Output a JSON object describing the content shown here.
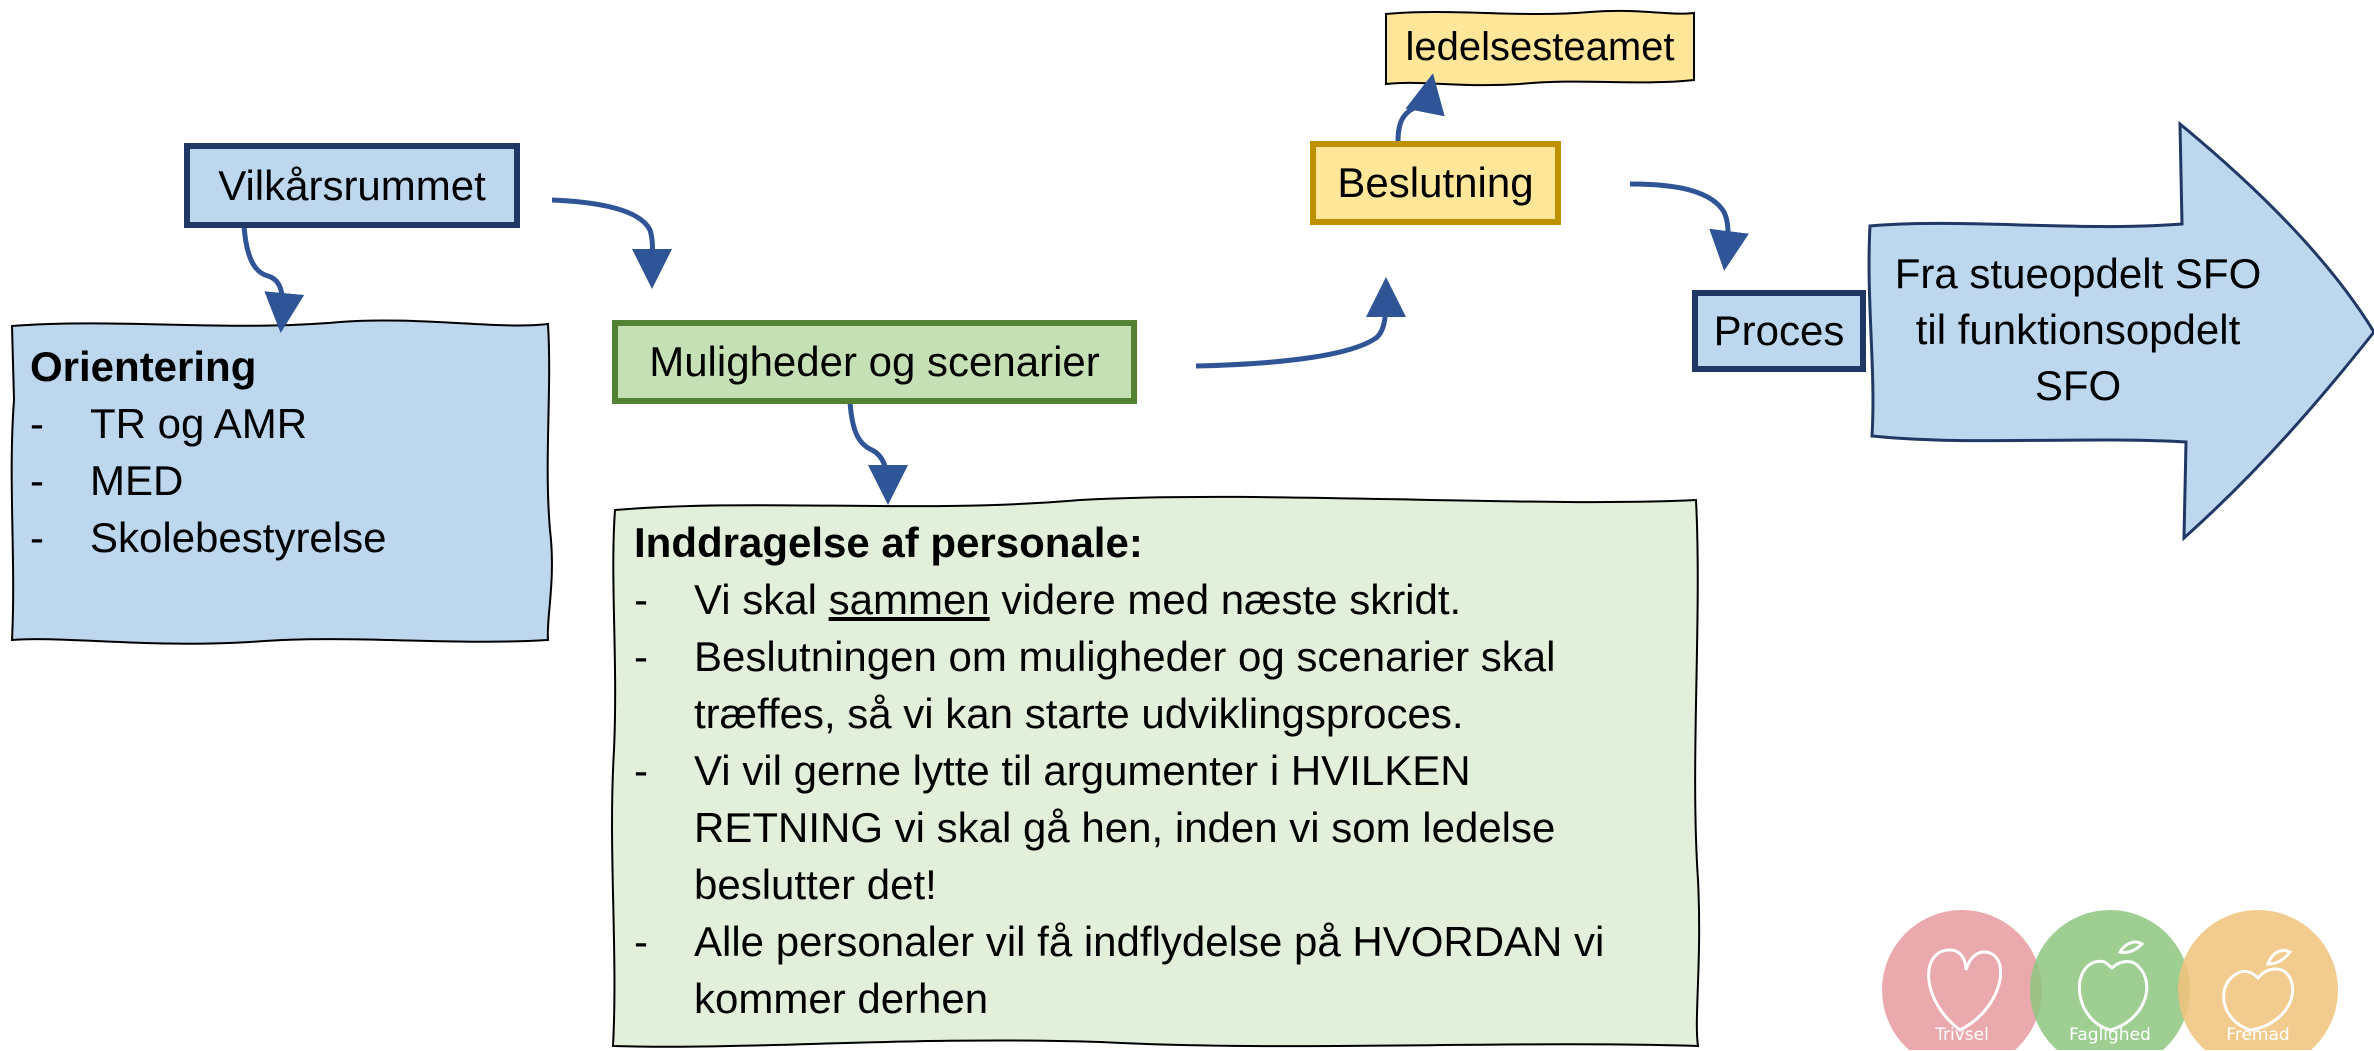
{
  "colors": {
    "blue_fill": "#bdd7ee",
    "blue_border": "#1f3864",
    "green_fill": "#c5e0b4",
    "green_border": "#548235",
    "yellow_fill": "#ffe699",
    "yellow_border": "#bf9000",
    "light_green_fill": "#e2efda",
    "arrow_color": "#2f5597"
  },
  "nodes": {
    "vilkarsrummet": "Vilkårsrummet",
    "muligheder": "Muligheder og scenarier",
    "beslutning": "Beslutning",
    "ledelsesteamet": "ledelsesteamet",
    "proces": "Proces",
    "arrow_lines": [
      "Fra stueopdelt SFO",
      "til funktionsopdelt",
      "SFO"
    ]
  },
  "orientering": {
    "heading": "Orientering",
    "bullet_marker": "-",
    "items": [
      "TR og AMR",
      "MED",
      "Skolebestyrelse"
    ]
  },
  "inddragelse": {
    "heading": "Inddragelse af personale:",
    "bullet_marker": "-",
    "bullet1": {
      "pre": "Vi skal ",
      "underlined": "sammen",
      "post": " videre med næste skridt."
    },
    "bullet2": [
      "Beslutningen om muligheder og scenarier skal",
      "træffes, så vi kan starte udviklingsproces."
    ],
    "bullet3": [
      "Vi vil gerne lytte til argumenter i HVILKEN",
      "RETNING vi skal gå hen, inden vi som ledelse",
      "beslutter det!"
    ],
    "bullet4": [
      "Alle personaler vil få indflydelse på HVORDAN vi",
      "kommer derhen"
    ]
  },
  "logo": {
    "labels": [
      "Trivsel",
      "Faglighed",
      "Fremad"
    ],
    "colors": [
      "#e8a0a4",
      "#8dc57f",
      "#f0c27a"
    ]
  }
}
